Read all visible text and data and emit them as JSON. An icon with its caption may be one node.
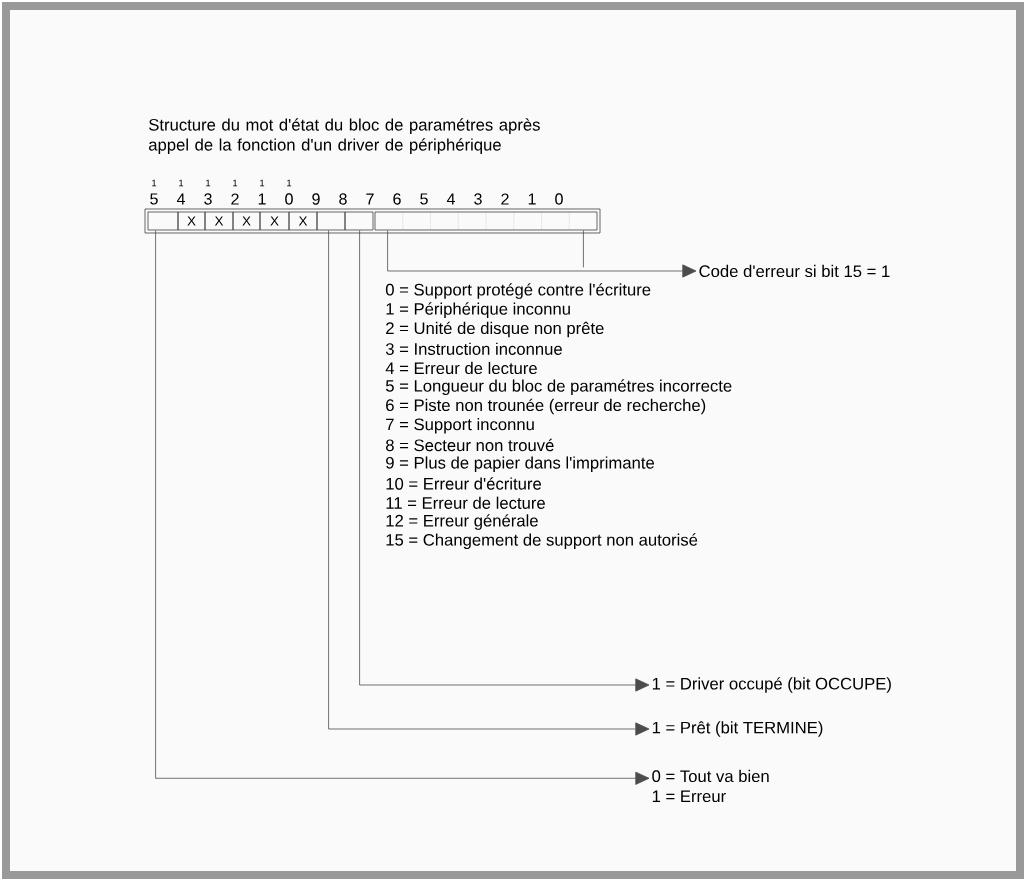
{
  "diagram": {
    "title": "Structure du mot d'état du bloc de paramétres après appel de la fonction d'un driver de périphérique",
    "nodes": [
      {
        "text": [],
        "shape": "box"
      },
      {
        "text": [
          "X"
        ]
      },
      {
        "text": [
          "X"
        ]
      },
      {
        "text": [
          "X"
        ]
      },
      {
        "text": [
          "X"
        ]
      },
      {
        "text": [
          "X"
        ]
      },
      {
        "text": [],
        "shape": "box"
      },
      {
        "text": [],
        "shape": "box"
      },
      {
        "text": [],
        "shape": "box"
      },
      {
        "text": [
          "Code d'erreur si bit 15 = 1"
        ]
      },
      {
        "text": [
          "1 = Driver occupé (bit OCCUPE)"
        ]
      },
      {
        "text": [
          "1 = Prêt (bit TERMINE)"
        ]
      },
      {
        "text": [
          "0 = Tout va bien",
          "1 = Erreur"
        ]
      }
    ],
    "edges": [
      {
        "from": 8,
        "to": 9,
        "arrow": "to"
      },
      {
        "from": 7,
        "to": 10,
        "arrow": "to"
      },
      {
        "from": 6,
        "to": 11,
        "arrow": "to"
      },
      {
        "from": 0,
        "to": 12,
        "arrow": "to"
      }
    ],
    "labels": [
      "1",
      "1",
      "1",
      "1",
      "1",
      "1",
      "5",
      "4",
      "3",
      "2",
      "1",
      "0",
      "9",
      "8",
      "7",
      "6",
      "5",
      "4",
      "3",
      "2",
      "1",
      "0",
      "0 = Support protégé contre l'écriture",
      "1 = Périphérique inconnu",
      "2 = Unité de disque non prête",
      "3 = Instruction inconnue",
      "4 = Erreur de lecture",
      "5 = Longueur du bloc de paramétres incorrecte",
      "6 = Piste non trounée (erreur de recherche)",
      "7 = Support inconnu",
      "8 = Secteur non trouvé",
      "9 = Plus de papier dans l'imprimante",
      "10 = Erreur d'écriture",
      "11 = Erreur de lecture",
      "12 = Erreur générale",
      "15 = Changement de support non autorisé"
    ]
  }
}
